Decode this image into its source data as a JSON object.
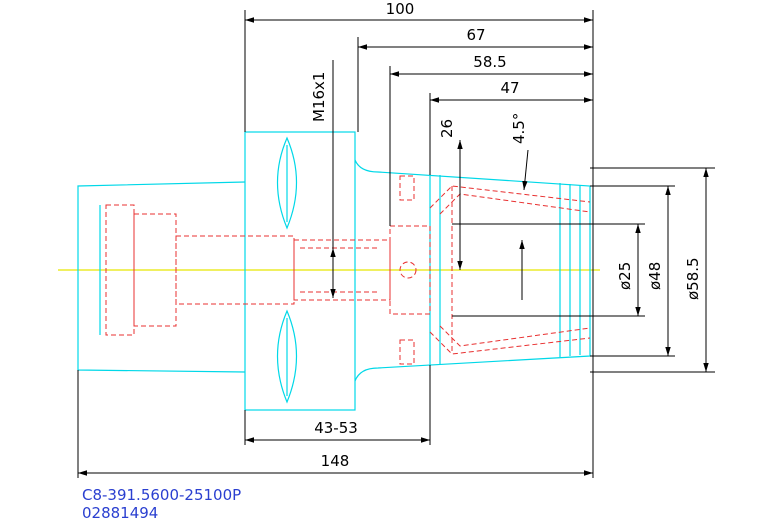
{
  "dimensions": {
    "overall_length_top": "100",
    "length_67": "67",
    "length_58_5": "58.5",
    "length_47": "47",
    "thread": "M16x1",
    "depth_26": "26",
    "taper_angle": "4.5°",
    "dia_25": "ø25",
    "dia_48": "ø48",
    "dia_58_5": "ø58.5",
    "length_range": "43-53",
    "overall_length_bottom": "148"
  },
  "part": {
    "number": "C8-391.5600-25100P",
    "id": "02881494"
  },
  "colors": {
    "outline": "#00d8e8",
    "hidden": "#e83030",
    "centerline": "#e8e800",
    "dimension": "#000000",
    "part_text": "#2a3fd0"
  }
}
